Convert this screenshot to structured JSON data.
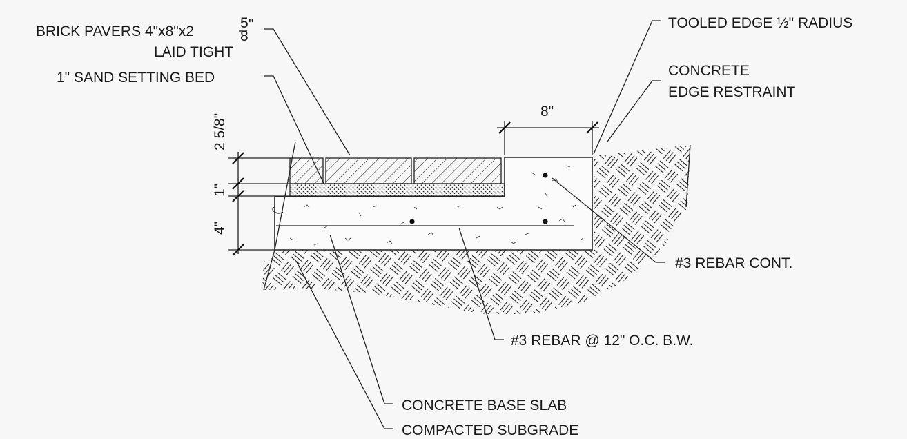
{
  "drawing": {
    "labels": {
      "brick_pavers_main": "BRICK PAVERS 4\"x8\"x2",
      "brick_pavers_frac_num": "5",
      "brick_pavers_frac_den": "8",
      "brick_pavers_frac_inch": "\"",
      "laid_tight": "LAID TIGHT",
      "sand_bed": "1\" SAND SETTING BED",
      "tooled_edge_a": "TOOLED EDGE ",
      "tooled_edge_frac": "½",
      "tooled_edge_b": "\" RADIUS",
      "concrete_1": "CONCRETE",
      "edge_restraint": "EDGE RESTRAINT",
      "rebar_cont": "#3 REBAR CONT.",
      "rebar_oc": "#3 REBAR @ 12\" O.C. B.W.",
      "base_slab": "CONCRETE BASE SLAB",
      "subgrade": "COMPACTED SUBGRADE"
    },
    "dimensions": {
      "paver_height": "2 5/8\"",
      "sand_height": "1\"",
      "slab_height": "4\"",
      "restraint_width": "8\""
    }
  }
}
